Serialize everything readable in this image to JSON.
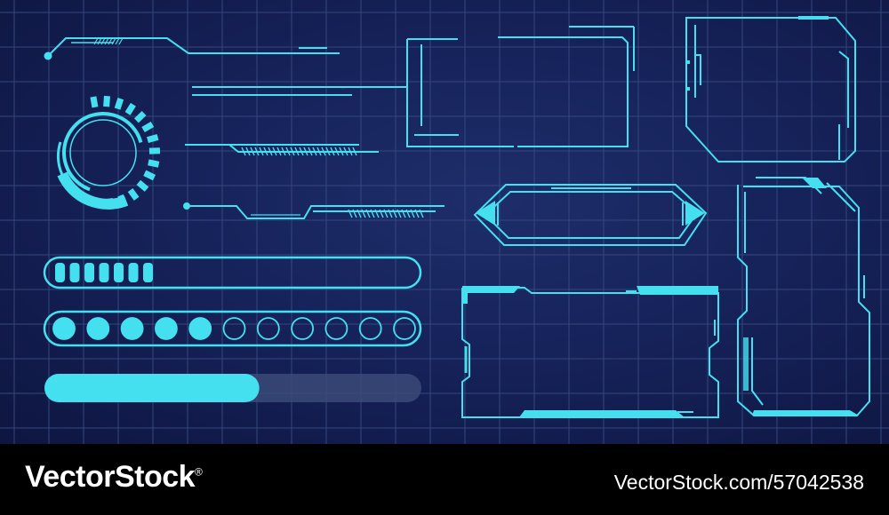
{
  "watermark": {
    "brand": "VectorStock",
    "registered_mark": "®",
    "stock_id": "VectorStock.com/57042538"
  },
  "progress": {
    "segmented_filled": 7,
    "dots_total": 11,
    "dots_filled": 5,
    "bar_fraction": 0.57
  },
  "colors": {
    "background": "#16225a",
    "accent": "#45e0f0",
    "grid": "#34477e",
    "track": "#3a4a78"
  }
}
